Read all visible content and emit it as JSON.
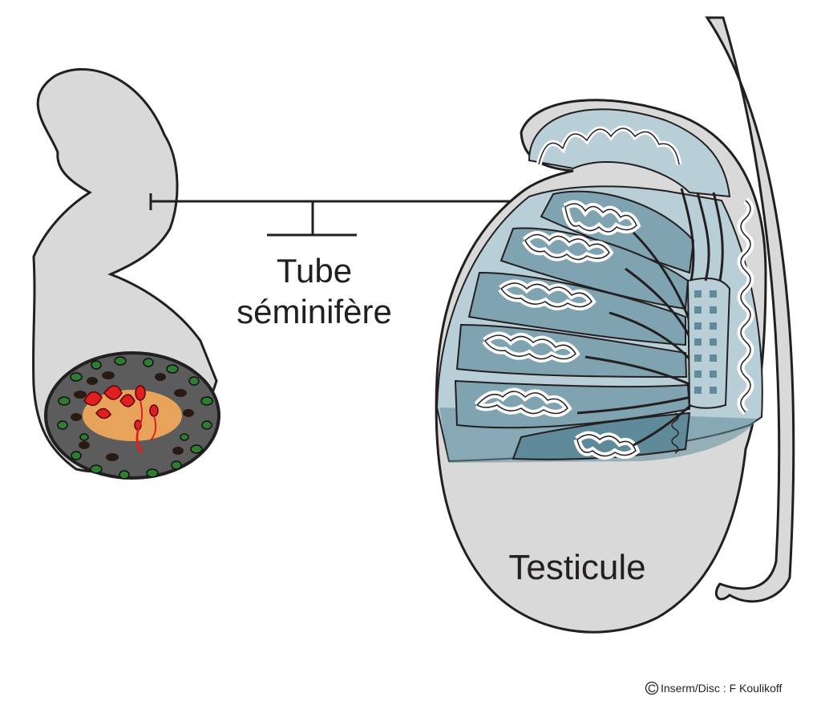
{
  "labels": {
    "tube_line1": "Tube",
    "tube_line2": "séminifère",
    "testicule": "Testicule"
  },
  "credit": {
    "symbol": "C",
    "text": "Inserm/Disc : F  Koulikoff"
  },
  "colors": {
    "outline": "#231f20",
    "tissue_grey": "#d9d9d9",
    "lobule_light": "#b9cfd8",
    "lobule_mid": "#7fa3b0",
    "lobule_dark": "#5f8a99",
    "lumen_orange": "#e8a35a",
    "cell_green": "#2e7d32",
    "cell_red": "#e02020",
    "cell_dark": "#2a1a14"
  }
}
